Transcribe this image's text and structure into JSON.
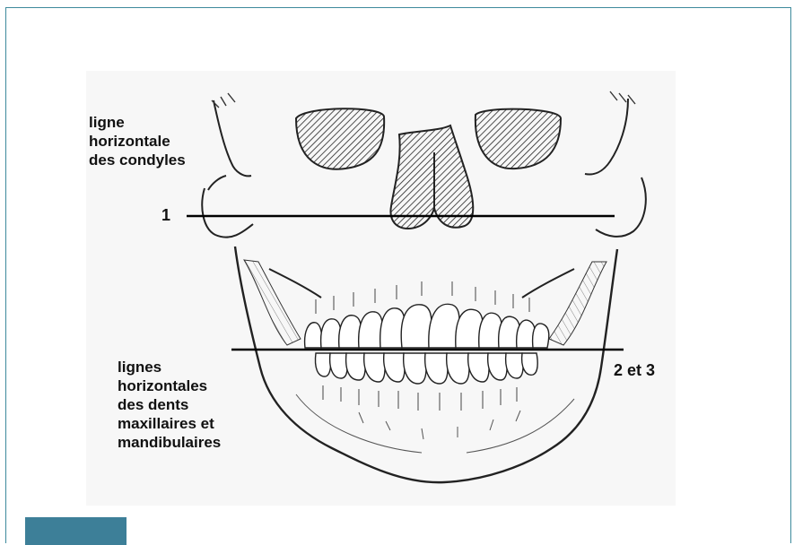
{
  "figure": {
    "labels": {
      "condyle_line_label": "ligne\nhorizontale\ndes condyles",
      "line_1": "1",
      "teeth_lines_label": "lignes\nhorizontales\ndes dents\nmaxillaires et\nmandibulaires",
      "line_2_3": "2 et 3"
    }
  },
  "colors": {
    "frame_border": "#3d8a9c",
    "caption_tab": "#3d7f98"
  }
}
